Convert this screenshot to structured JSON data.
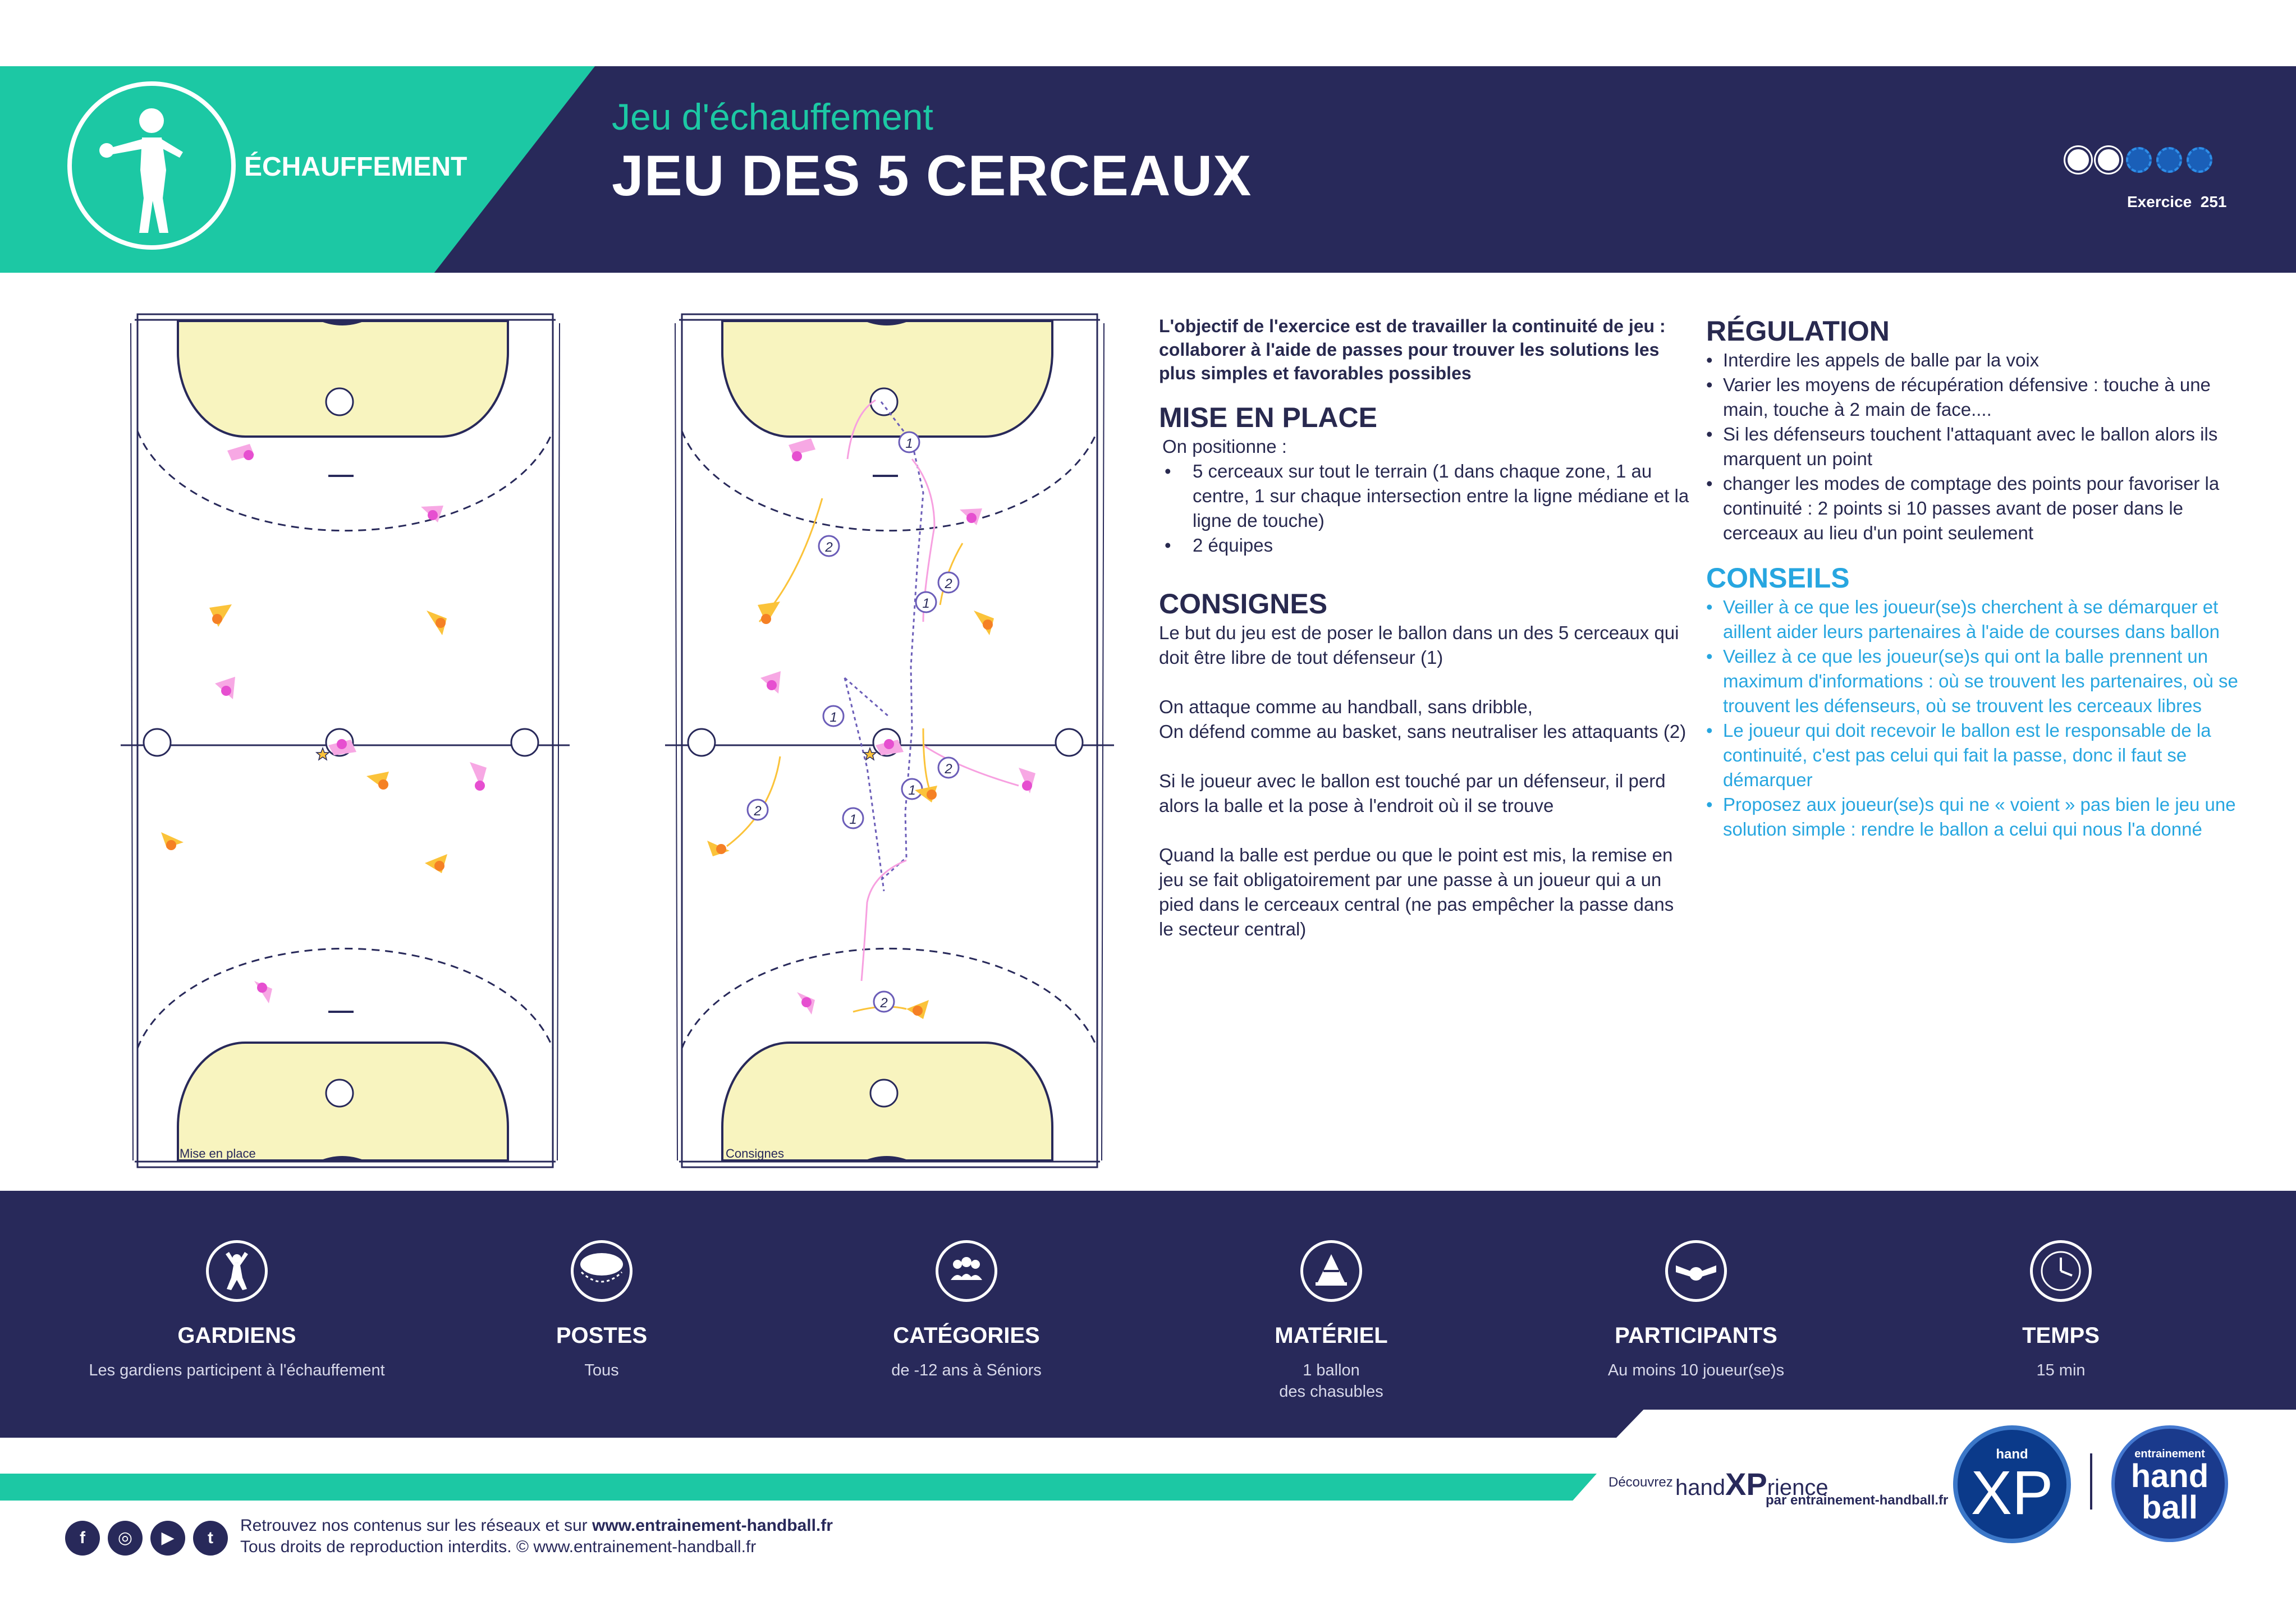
{
  "header": {
    "category": "ÉCHAUFFEMENT",
    "subtitle": "Jeu d'échauffement",
    "title": "JEU DES 5 CERCEAUX",
    "exercise_label": "Exercice",
    "exercise_number": "251",
    "difficulty": 2,
    "difficulty_max": 5,
    "colors": {
      "navy": "#28295a",
      "teal": "#1cc8a4",
      "blue": "#27a6e0"
    }
  },
  "diagrams": {
    "left_label": "Mise en place",
    "right_label": "Consignes",
    "arrow_label_1": "1",
    "arrow_label_2": "2"
  },
  "intro": "L'objectif de l'exercice est de travailler la continuité de jeu : collaborer à l'aide de passes pour trouver les solutions les plus simples et favorables possibles",
  "mise_en_place": {
    "heading": "MISE EN PLACE",
    "lead": "On positionne :",
    "items": [
      "5 cerceaux sur tout le terrain (1 dans chaque zone, 1 au centre, 1 sur chaque intersection entre la ligne médiane et la ligne de touche)",
      "2 équipes"
    ]
  },
  "consignes": {
    "heading": "CONSIGNES",
    "paragraphs": [
      "Le but du jeu est de poser le ballon dans un des 5 cerceaux qui doit être libre de tout défenseur (1)",
      "On attaque comme au handball, sans dribble,\nOn défend comme au basket, sans neutraliser les attaquants (2)",
      "Si le joueur avec le ballon est touché par un défenseur, il perd alors la balle et la pose à l'endroit où il se trouve",
      "Quand la balle est perdue ou que le point est mis, la remise en jeu se fait obligatoirement par une passe à un joueur qui a un pied dans le cerceaux central (ne pas empêcher la passe dans le secteur central)"
    ]
  },
  "regulation": {
    "heading": "RÉGULATION",
    "items": [
      "Interdire les appels de balle par la voix",
      "Varier les moyens de récupération défensive : touche à une main, touche à 2 main de face....",
      "Si les défenseurs touchent l'attaquant avec le ballon alors ils marquent un point",
      "changer les modes de comptage des points pour favoriser la continuité : 2 points si 10 passes avant de poser dans le cerceaux au lieu d'un point seulement"
    ]
  },
  "conseils": {
    "heading": "CONSEILS",
    "items": [
      "Veiller à ce que les joueur(se)s cherchent à se démarquer et aillent aider leurs partenaires à l'aide de courses dans ballon",
      "Veillez à ce que les joueur(se)s qui ont la balle prennent un maximum d'informations : où se trouvent les partenaires, où se trouvent les défenseurs, où se trouvent les cerceaux libres",
      "Le joueur qui doit recevoir le ballon est le responsable de la continuité, c'est pas celui qui fait la passe, donc il faut se démarquer",
      "Proposez aux joueur(se)s qui ne « voient » pas bien le jeu une solution simple : rendre le ballon a celui qui nous l'a donné"
    ]
  },
  "info": [
    {
      "label": "GARDIENS",
      "value": "Les gardiens participent à l'échauffement",
      "icon": "goalkeeper-icon"
    },
    {
      "label": "POSTES",
      "value": "Tous",
      "icon": "positions-icon"
    },
    {
      "label": "CATÉGORIES",
      "value": "de -12 ans à Séniors",
      "icon": "group-icon"
    },
    {
      "label": "MATÉRIEL",
      "value": "1 ballon\ndes chasubles",
      "icon": "cone-icon"
    },
    {
      "label": "PARTICIPANTS",
      "value": "Au moins 10 joueur(se)s",
      "icon": "participants-icon"
    },
    {
      "label": "TEMPS",
      "value": "15 min",
      "icon": "clock-icon"
    }
  ],
  "footer": {
    "decouvrez": "Découvrez",
    "hand": "hand",
    "xp": "XP",
    "rience": "rience",
    "par": "par entrainement-handball.fr",
    "xp_logo_small": "hand",
    "xp_logo_big": "XP",
    "hb_logo_small": "entrainement",
    "hb_logo_line1": "hand",
    "hb_logo_line2": "ball",
    "retrouvez": "Retrouvez nos contenus sur les réseaux et sur ",
    "site": "www.entrainement-handball.fr",
    "droits": "Tous droits de reproduction interdits. © www.entrainement-handball.fr",
    "social": [
      "f",
      "◎",
      "▶",
      "t"
    ]
  }
}
